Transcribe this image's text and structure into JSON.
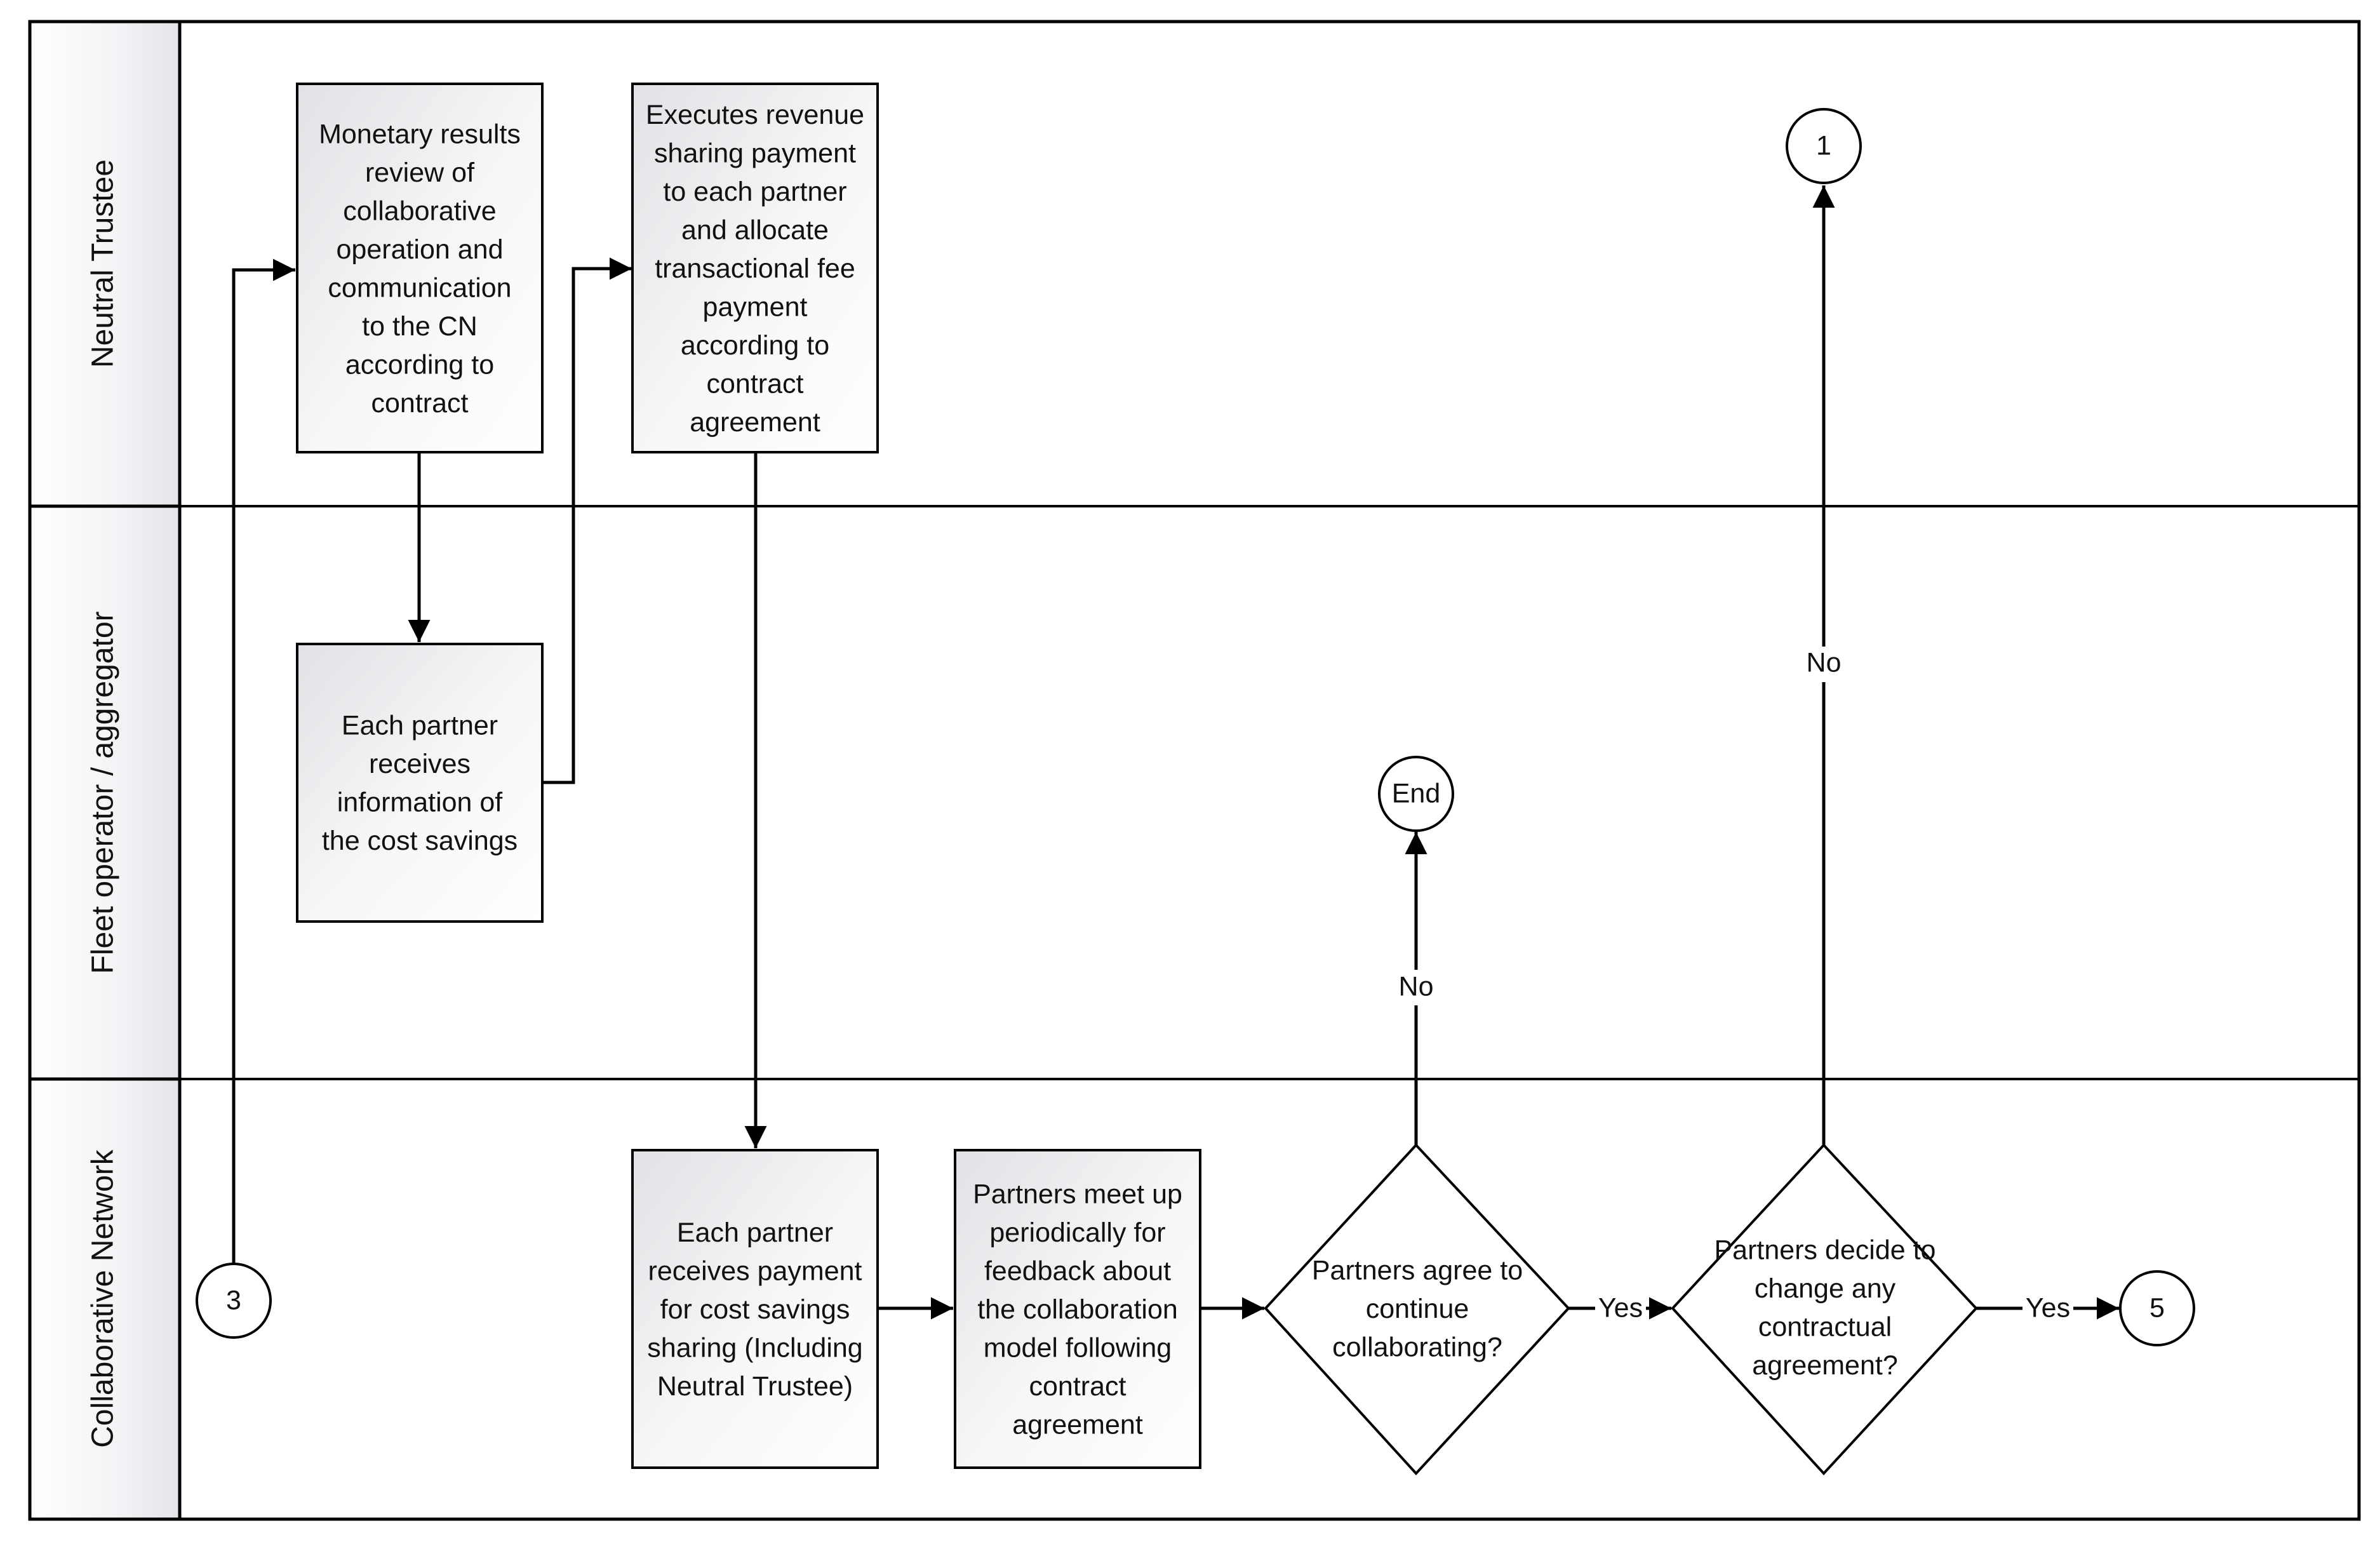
{
  "lanes": [
    {
      "id": "neutral",
      "label": "Neutral Trustee"
    },
    {
      "id": "fleet",
      "label": "Fleet operator / aggregator"
    },
    {
      "id": "network",
      "label": "Collaborative Network"
    }
  ],
  "nodes": {
    "monetary_review": {
      "lines": [
        "Monetary results",
        "review of",
        "collaborative",
        "operation and",
        "communication",
        "to the CN",
        "according to",
        "contract"
      ]
    },
    "executes_revenue": {
      "lines": [
        "Executes revenue",
        "sharing payment",
        "to each partner",
        "and allocate",
        "transactional fee",
        "payment",
        "according to",
        "contract",
        "agreement"
      ]
    },
    "partner_info": {
      "lines": [
        "Each partner",
        "receives",
        "information of",
        "the cost savings"
      ]
    },
    "partner_payment": {
      "lines": [
        "Each partner",
        "receives payment",
        "for cost savings",
        "sharing (Including",
        "Neutral Trustee)"
      ]
    },
    "partners_meet": {
      "lines": [
        "Partners meet up",
        "periodically for",
        "feedback about",
        "the collaboration",
        "model following",
        "contract",
        "agreement"
      ]
    },
    "agree_continue": {
      "lines": [
        "Partners agree to",
        "continue",
        "collaborating?"
      ]
    },
    "decide_change": {
      "lines": [
        "Partners decide to",
        "change any",
        "contractual",
        "agreement?"
      ]
    }
  },
  "connectors": {
    "c1": "1",
    "c3": "3",
    "c5": "5",
    "end": "End"
  },
  "edge_labels": {
    "no_end": "No",
    "no_1": "No",
    "yes_decide": "Yes",
    "yes_5": "Yes"
  },
  "colors": {
    "stroke": "#000000",
    "box_gradient_start": "#e4e4e8",
    "box_gradient_end": "#ffffff"
  }
}
